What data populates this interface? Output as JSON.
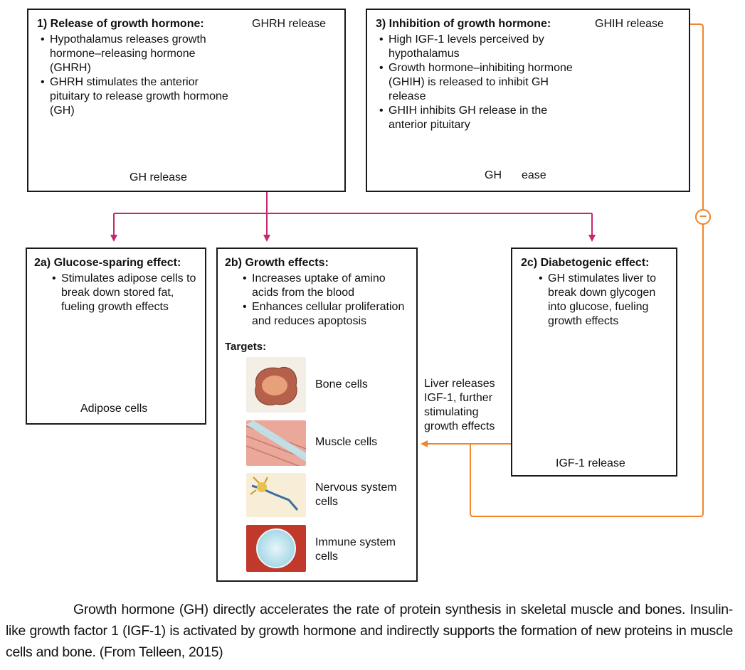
{
  "box1": {
    "title": "1) Release of growth hormone:",
    "bullets": [
      "Hypothalamus releases growth hormone–releasing hormone (GHRH)",
      "GHRH stimulates the anterior pituitary to release growth hormone (GH)"
    ],
    "top_label": "GHRH release",
    "out_label": "GH release"
  },
  "box3": {
    "title": "3) Inhibition of growth hormone:",
    "bullets": [
      "High IGF-1 levels perceived by hypothalamus",
      "Growth hormone–inhibiting hormone (GHIH) is released to inhibit GH release",
      "GHIH inhibits GH release in the anterior pituitary"
    ],
    "top_label": "GHIH release",
    "out_label_left": "GH ",
    "out_label_right": "ease"
  },
  "box2a": {
    "title": "2a) Glucose-sparing effect:",
    "bullets": [
      "Stimulates adipose cells to break down stored fat, fueling growth effects"
    ],
    "cell_label": "Adipose cells"
  },
  "box2b": {
    "title": "2b) Growth effects:",
    "bullets": [
      "Increases uptake of amino acids from the blood",
      "Enhances cellular proliferation and reduces apoptosis"
    ],
    "targets_label": "Targets:",
    "targets": [
      "Bone cells",
      "Muscle cells",
      "Nervous system cells",
      "Immune system cells"
    ]
  },
  "box2c": {
    "title": "2c) Diabetogenic effect:",
    "bullets": [
      "GH stimulates liver to break down glycogen into glucose, fueling growth effects"
    ],
    "out_label": "IGF-1 release"
  },
  "liver_note": "Liver releases IGF-1, further stimulating growth effects",
  "feedback_symbol": "−",
  "caption": {
    "line1": "Growth hormone (GH) directly accelerates the rate of protein synthesis in skeletal muscle and bones. Insulin-like growth factor 1 (IGF-1) is activated by growth hormone and indirectly supports the formation of new proteins in muscle cells and bone. (From Telleen, 2015)"
  },
  "colors": {
    "magenta": "#c8266f",
    "orange": "#f0852a",
    "border": "#1a1a1a",
    "red_x": "#d9232e"
  }
}
